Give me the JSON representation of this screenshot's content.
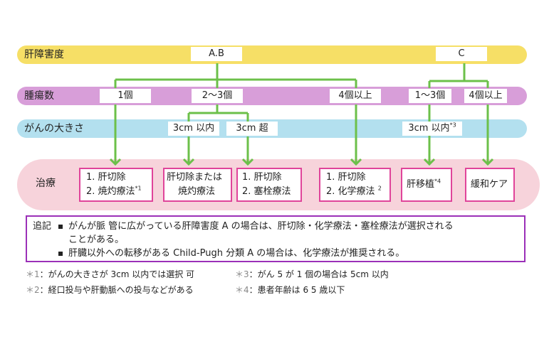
{
  "colors": {
    "liver_band": "#f6df66",
    "tumor_band": "#d89ed9",
    "size_band": "#b3e0ef",
    "treatment_band": "#f7d3db",
    "connector": "#6cc04a",
    "treatment_border": "#e0449a",
    "note_border": "#9b30b8"
  },
  "rows": {
    "liver_damage": {
      "label": "肝障害度",
      "tags": [
        "A.B",
        "C"
      ]
    },
    "tumor_count": {
      "label": "腫瘍数",
      "tags": [
        "1個",
        "2～3個",
        "4個以上",
        "1～3個",
        "4個以上"
      ]
    },
    "tumor_size": {
      "label": "がんの大きさ",
      "tags": [
        "3cm 以内",
        "3cm 超",
        "3cm 以内"
      ],
      "tag3_sup": "*3"
    },
    "treatment": {
      "label": "治療"
    }
  },
  "treatments": [
    {
      "line1": "1. 肝切除",
      "line2": "2. 焼灼療法",
      "sup2": "*1"
    },
    {
      "line1": "肝切除または",
      "line2": "焼灼療法"
    },
    {
      "line1": "1. 肝切除",
      "line2": "2. 塞栓療法"
    },
    {
      "line1": "1. 肝切除",
      "line2": "2. 化学療法",
      "sup2": "2"
    },
    {
      "line1": "肝移植",
      "sup1": "*4"
    },
    {
      "line1": "緩和ケア"
    }
  ],
  "note": {
    "label": "追記",
    "items": [
      "がんが脈 管に広がっている肝障害度 A の場合は、肝切除・化学療法・塞栓療法が選択される",
      "ことがある。",
      "肝臓以外への転移がある Child-Pugh 分類 A の場合は、化学療法が推奨される。"
    ]
  },
  "footnotes": [
    {
      "mark": "＊1",
      "text": "：がんの大きさが 3cm 以内では選択 可"
    },
    {
      "mark": "＊2",
      "text": "：経口投与や肝動脈への投与などがある"
    },
    {
      "mark": "＊3",
      "text": "：がん 5 が 1 個の場合は 5cm 以内"
    },
    {
      "mark": "＊4",
      "text": "：患者年齢は 6 5 歳以下"
    }
  ]
}
